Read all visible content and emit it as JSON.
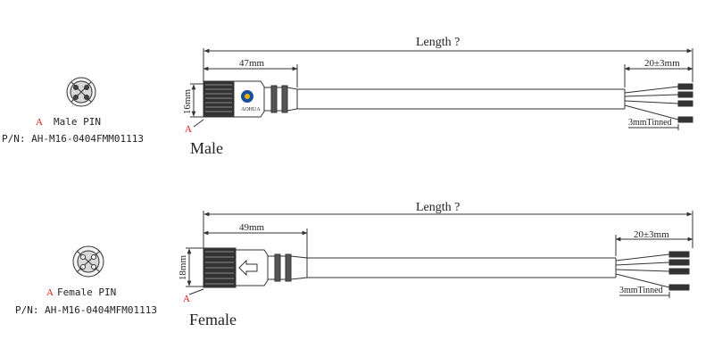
{
  "male": {
    "length": "Length ?",
    "body_dim": "47mm",
    "diameter": "16mm",
    "strip": "20±3mm",
    "tinned": "3mmTinned",
    "callout": "A",
    "pin_marker": "A",
    "pin_label": "Male PIN",
    "pn": "P/N: AH-M16-0404FMM01113",
    "title": "Male",
    "logo_text": "AOHUA"
  },
  "female": {
    "length": "Length ?",
    "body_dim": "49mm",
    "diameter": "18mm",
    "strip": "20±3mm",
    "tinned": "3mmTinned",
    "callout": "A",
    "pin_marker": "A",
    "pin_label": "Female PIN",
    "pn": "P/N: AH-M16-0404MFM01113",
    "title": "Female"
  },
  "colors": {
    "line": "#333333",
    "accent": "#d11111",
    "logo_blue": "#1a4fa0",
    "logo_yellow": "#e8b400"
  }
}
